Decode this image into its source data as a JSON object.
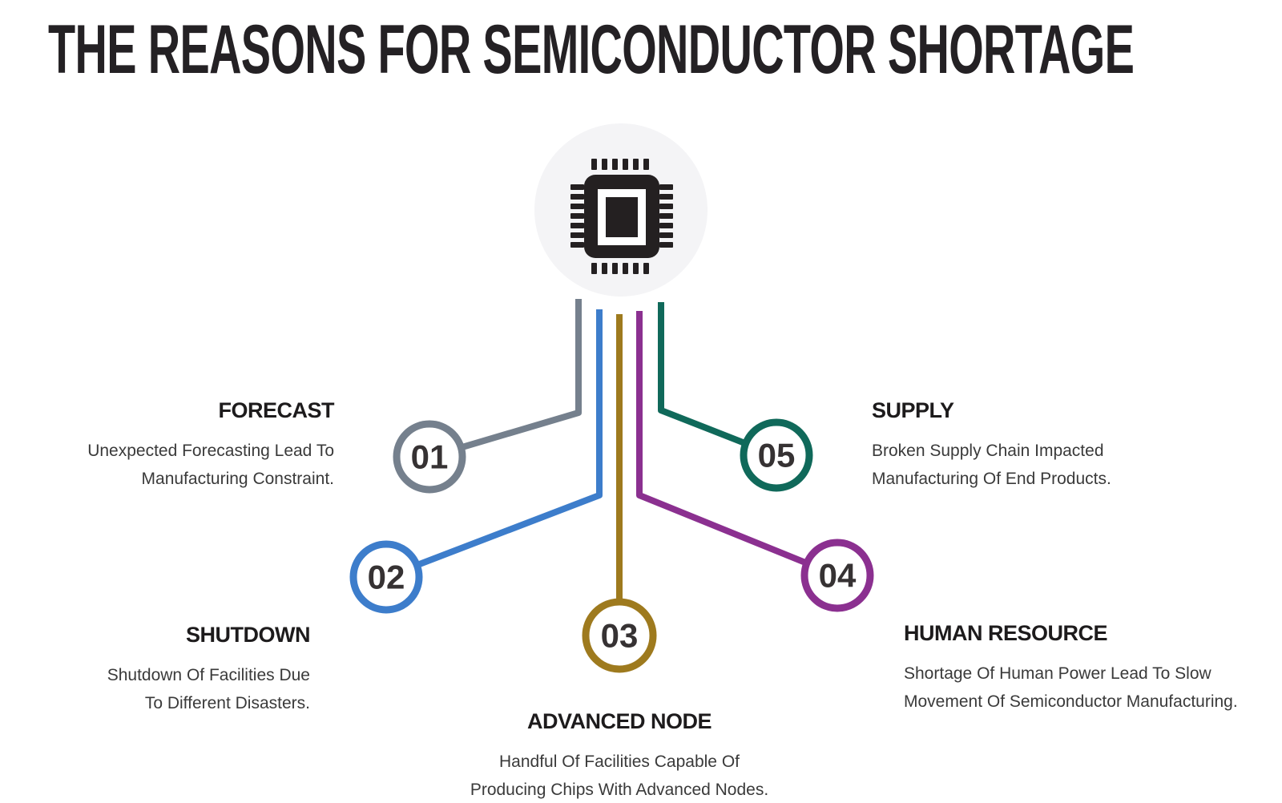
{
  "title": "THE REASONS FOR SEMICONDUCTOR SHORTAGE",
  "background_color": "#ffffff",
  "center": {
    "icon": "microchip-icon",
    "bg_color": "#f4f4f6",
    "chip_color": "#242021",
    "chip_inner_color": "#ffffff"
  },
  "number_text_color": "#363233",
  "branches": [
    {
      "number": "01",
      "label": "FORECAST",
      "description": [
        "Unexpected Forecasting Lead To",
        "Manufacturing Constraint."
      ],
      "color": "#75808d",
      "side": "upper-left"
    },
    {
      "number": "02",
      "label": "SHUTDOWN",
      "description": [
        "Shutdown Of Facilities Due",
        "To Different Disasters."
      ],
      "color": "#3d7dcb",
      "side": "lower-left"
    },
    {
      "number": "03",
      "label": "ADVANCED NODE",
      "description": [
        "Handful Of Facilities Capable Of",
        "Producing Chips With Advanced Nodes."
      ],
      "color": "#9e7a1e",
      "side": "bottom-center"
    },
    {
      "number": "04",
      "label": "HUMAN RESOURCE",
      "description": [
        "Shortage Of Human Power Lead To Slow",
        "Movement Of Semiconductor Manufacturing."
      ],
      "color": "#8b3090",
      "side": "lower-right"
    },
    {
      "number": "05",
      "label": "SUPPLY",
      "description": [
        "Broken Supply Chain Impacted",
        "Manufacturing Of End Products."
      ],
      "color": "#10695a",
      "side": "upper-right"
    }
  ]
}
